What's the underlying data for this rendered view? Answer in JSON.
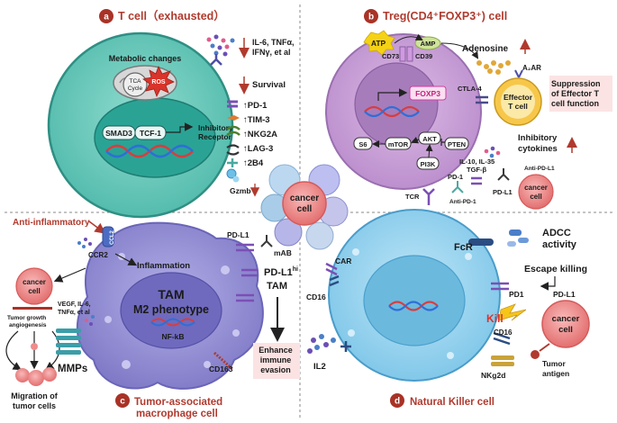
{
  "panels": {
    "a": {
      "badge": "a",
      "title": "T cell（exhausted）",
      "metabolic": "Metabolic changes",
      "tca": "TCA",
      "cycle": "Cycle",
      "ros": "ROS",
      "cytokines_line1": "IL-6,  TNFα,",
      "cytokines_line2": "IFNγ, et al",
      "survival": "Survival",
      "smad3": "SMAD3",
      "tcf1": "TCF-1",
      "inhib_line1": "Inhibitory",
      "inhib_line2": "Receptor",
      "receptors": [
        "↑PD-1",
        "↑TIM-3",
        "↑NKG2A",
        "↑LAG-3",
        "↑2B4"
      ],
      "gzmb": "Gzmb"
    },
    "b": {
      "badge": "b",
      "title": "Treg(CD4⁺FOXP3⁺) cell",
      "atp": "ATP",
      "amp": "AMP",
      "cd73": "CD73",
      "cd39": "CD39",
      "adenosine": "Adenosine",
      "a2ar": "A₂AR",
      "ctla4": "CTLA-4",
      "effector_line1": "Effector",
      "effector_line2": "T cell",
      "suppression_line1": "Suppression",
      "suppression_line2": "of Effector T",
      "suppression_line3": "cell function",
      "foxp3": "FOXP3",
      "s6": "S6",
      "mtor": "mTOR",
      "akt": "AKT",
      "pten": "PTEN",
      "pi3k": "PI3K",
      "il_line1": "IL-10, IL-35",
      "il_line2": "TGF-β",
      "inhib_cyto_line1": "Inhibitory",
      "inhib_cyto_line2": "cytokines",
      "pd1": "PD-1",
      "anti_pdl1": "Anti-PD-L1",
      "pdl1": "PD-L1",
      "anti_pd1": "Anti-PD-1",
      "tcr": "TCR",
      "cancer_line1": "cancer",
      "cancer_line2": "cell"
    },
    "center": {
      "cancer_line1": "cancer",
      "cancer_line2": "cell"
    },
    "c": {
      "badge": "c",
      "title_line1": "Tumor-associated",
      "title_line2": "macrophage cell",
      "anti_inflammatory": "Anti-inflammatory",
      "ccl2": "CCL2",
      "ccr2": "CCR2",
      "inflammation": "Inflammation",
      "cancer_line1": "cancer",
      "cancer_line2": "cell",
      "vegf_line1": "VEGF, IL-6,",
      "vegf_line2": "TNFα, et al",
      "growth_line1": "Tumor growth",
      "growth_line2": "angiogenesis",
      "migration_line1": "Migration of",
      "migration_line2": "tumor cells",
      "tam": "TAM",
      "m2": "M2 phenotype",
      "nfkb": "NF-kB",
      "mmps": "MMPs",
      "pdl1": "PD-L1",
      "mab": "mAB",
      "pdl1hi": "PD-L1",
      "pdl1hi_sup": "hi",
      "tam2": "TAM",
      "enhance_line1": "Enhance",
      "enhance_line2": "immune",
      "enhance_line3": "evasion",
      "cd163": "CD163"
    },
    "d": {
      "badge": "d",
      "title": "Natural Killer cell",
      "fcr": "FcR",
      "adcc_line1": "ADCC",
      "adcc_line2": "activity",
      "car": "CAR",
      "cd16": "CD16",
      "escape": "Escape killing",
      "pd1": "PD1",
      "pdl1": "PD-L1",
      "kill": "Kill",
      "cancer_line1": "cancer",
      "cancer_line2": "cell",
      "cd16b": "CD16",
      "tumor_line1": "Tumor",
      "tumor_line2": "antigen",
      "nkg2d": "NKg2d",
      "il2": "IL2"
    }
  },
  "colors": {
    "tcell": "#5ec5b6",
    "tcell_nucleus": "#2aa395",
    "treg": "#c79ad6",
    "treg_nucleus": "#a77cbb",
    "tam": "#8f8ad2",
    "nk": "#8fd0ee",
    "nk_nucleus": "#6cb9de",
    "cancer": "#f08b8b",
    "badge": "#a93226",
    "accent_red": "#a93226"
  }
}
